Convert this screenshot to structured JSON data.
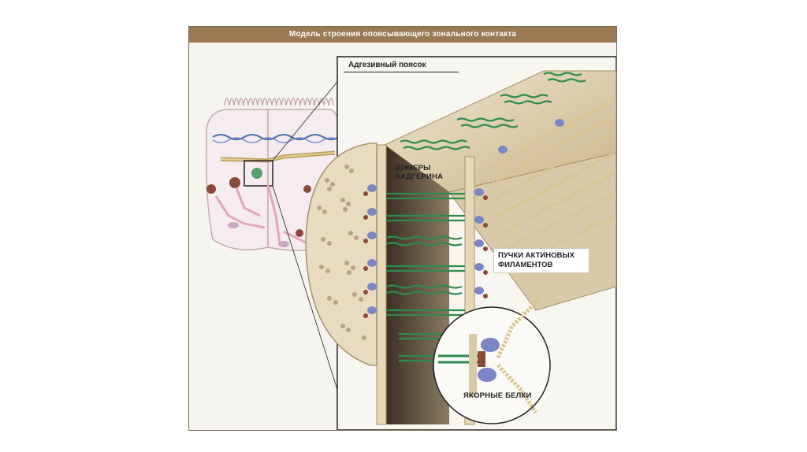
{
  "header": {
    "title": "Модель строения опоясывающего зонального контакта"
  },
  "panel": {
    "title": "Адгезивный поясок"
  },
  "labels": {
    "cadherin_dimers_line1": "ДИМЕРЫ",
    "cadherin_dimers_line2": "КАДГЕРИНА",
    "actin_bundles_line1": "ПУЧКИ АКТИНОВЫХ",
    "actin_bundles_line2": "ФИЛАМЕНТОВ",
    "anchor_proteins": "ЯКОРНЫЕ БЕЛКИ"
  },
  "colors": {
    "header": "#9a7a55",
    "membrane": "#d8c9a8",
    "membrane_dark": "#b9a67e",
    "cadherin": "#2f8a4e",
    "anchor_blue": "#7d86c4",
    "anchor_brown": "#8a4a3a",
    "actin": "#d9c48e",
    "cell_outline": "#c9a9b0"
  }
}
